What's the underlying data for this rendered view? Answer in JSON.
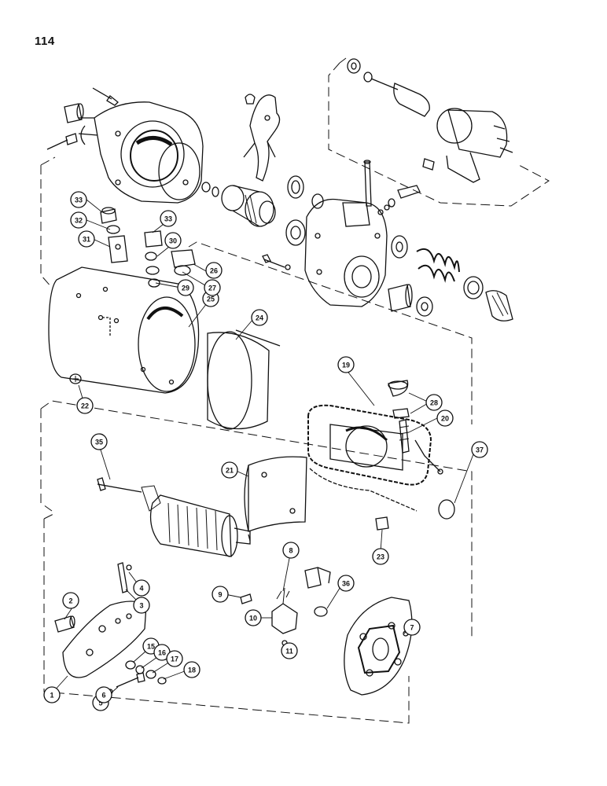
{
  "page": {
    "number": "114"
  },
  "callouts": [
    "1",
    "2",
    "3",
    "4",
    "5",
    "6",
    "7",
    "8",
    "9",
    "10",
    "11",
    "15",
    "16",
    "17",
    "18",
    "19",
    "20",
    "21",
    "22",
    "23",
    "24",
    "25",
    "26",
    "27",
    "28",
    "29",
    "30",
    "31",
    "32",
    "33",
    "33",
    "35",
    "36",
    "37"
  ]
}
